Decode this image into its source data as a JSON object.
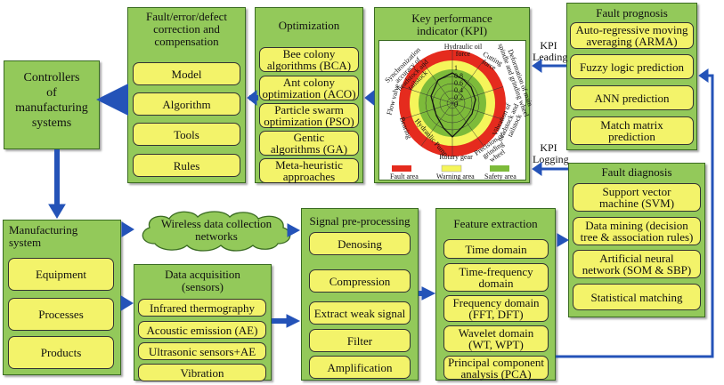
{
  "controllers": {
    "title": "Controllers\nof\nmanufacturing\nsystems"
  },
  "fault_correction": {
    "title": "Fault/error/defect\ncorrection and\ncompensation",
    "items": [
      "Model",
      "Algorithm",
      "Tools",
      "Rules"
    ]
  },
  "optimization": {
    "title": "Optimization",
    "items": [
      "Bee colony\nalgorithms (BCA)",
      "Ant colony\noptimization (ACO)",
      "Particle swarm\noptimization (PSO)",
      "Gentic\nalgorithms (GA)",
      "Meta-heuristic\napproaches"
    ]
  },
  "kpi": {
    "title": "Key performance\nindicator (KPI)",
    "axes": [
      "Hydraulic oil\nforce",
      "Cutting\nforce",
      "Deformation of main\nspindle and grinding wheel",
      "Vibration of\nheadstock and\ntailstock",
      "Precision of\ngrinding wheel",
      "Rotary gear",
      "Hydraulic Pump",
      "Bearing",
      "Flow valve",
      "Synchronization\naccuracy of\nheadstock and tailstock"
    ],
    "ticks": [
      "1",
      "0.8",
      "0.6",
      "0.4",
      "0.2",
      "0"
    ],
    "legend": [
      "Fault area",
      "Warning area",
      "Safety area"
    ],
    "colors": {
      "fault": "#e52b1e",
      "warning": "#f5f55a",
      "safety": "#7dbb3a"
    }
  },
  "fault_prognosis": {
    "title": "Fault prognosis",
    "items": [
      "Auto-regressive moving\naveraging (ARMA)",
      "Fuzzy logic prediction",
      "ANN prediction",
      "Match matrix\nprediction"
    ]
  },
  "fault_diagnosis": {
    "title": "Fault diagnosis",
    "items": [
      "Support vector\nmachine (SVM)",
      "Data mining (decision\ntree & association rules)",
      "Artificial neural\nnetwork (SOM & SBP)",
      "Statistical matching"
    ]
  },
  "manufacturing_system": {
    "title": "Manufacturing\nsystem",
    "items": [
      "Equipment",
      "Processes",
      "Products"
    ]
  },
  "wireless": {
    "title": "Wireless data collection\nnetworks"
  },
  "data_acquisition": {
    "title": "Data acquisition\n(sensors)",
    "items": [
      "Infrared thermography",
      "Acoustic emission (AE)",
      "Ultrasonic sensors+AE",
      "Vibration"
    ]
  },
  "signal_preprocessing": {
    "title": "Signal pre-processing",
    "items": [
      "Denosing",
      "Compression",
      "Extract weak signal",
      "Filter",
      "Amplification"
    ]
  },
  "feature_extraction": {
    "title": "Feature extraction",
    "items": [
      "Time domain",
      "Time-frequency\ndomain",
      "Frequency domain\n(FFT, DFT)",
      "Wavelet domain\n(WT, WPT)",
      "Principal component\nanalysis (PCA)"
    ]
  },
  "labels": {
    "kpi_leading": "KPI\nLeading",
    "kpi_logging": "KPI\nLogging"
  },
  "colors": {
    "panel": "#93c95a",
    "item": "#f3f36a",
    "arrow": "#2453b8"
  }
}
